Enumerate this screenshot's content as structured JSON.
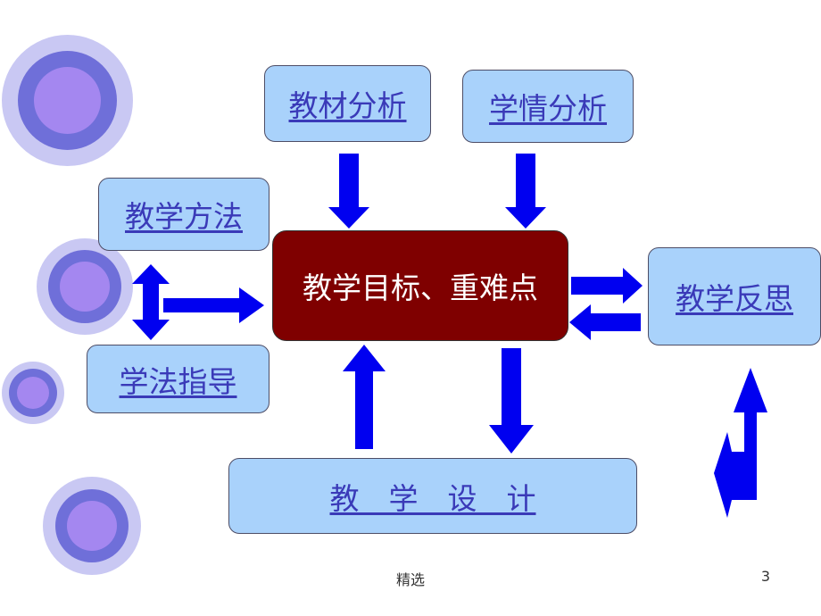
{
  "boxes": {
    "textbook_analysis": "教材分析",
    "learner_analysis": "学情分析",
    "teaching_method": "教学方法",
    "study_guidance": "学法指导",
    "center": "教学目标、重难点",
    "teaching_reflection": "教学反思",
    "teaching_design": "教　学　设　计"
  },
  "footer": {
    "label": "精选",
    "page": "3"
  },
  "colors": {
    "box_fill": "#a9d2fb",
    "center_fill": "#7f0000",
    "arrow": "#0000f0",
    "link_text": "#3a3ab8"
  },
  "icons": [
    "arrow-down-icon",
    "arrow-up-icon",
    "arrow-right-icon",
    "arrow-left-icon",
    "double-arrow-vertical-icon",
    "cycle-arrow-icon"
  ]
}
